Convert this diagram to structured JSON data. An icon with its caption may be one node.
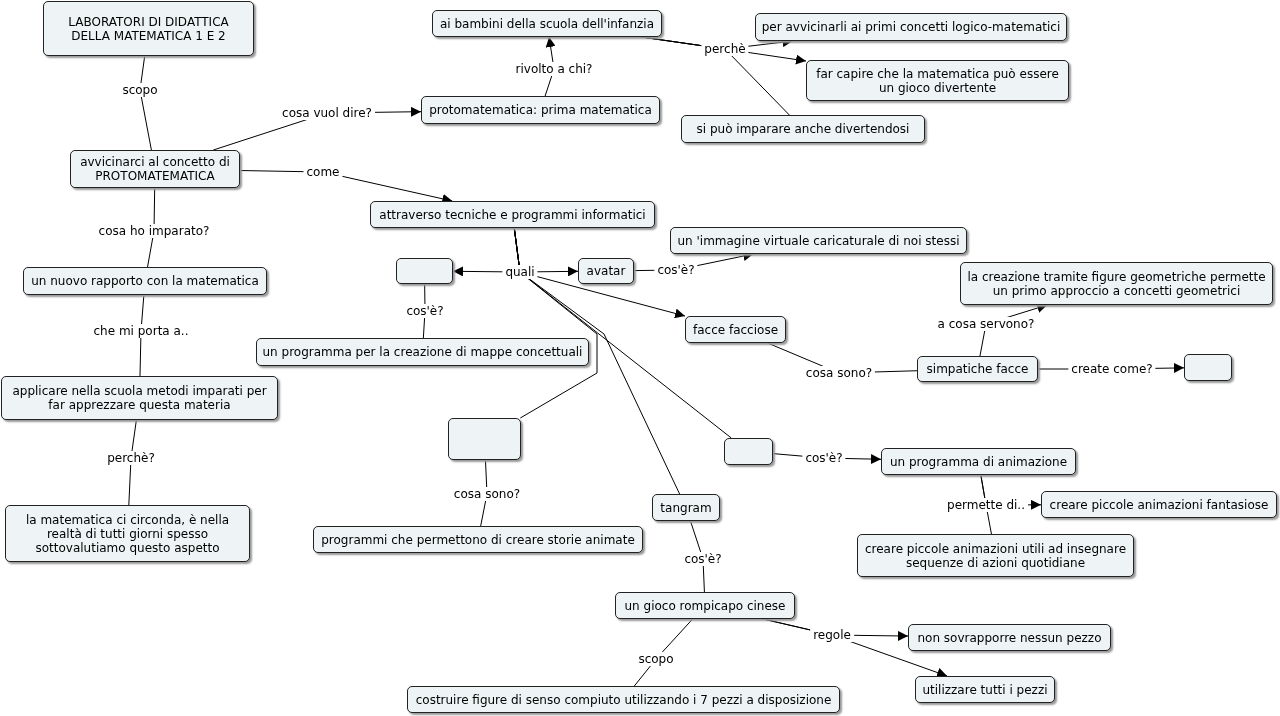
{
  "diagram": {
    "nodes": [
      {
        "text": [
          "LABORATORI DI DIDATTICA DELLA MATEMATICA 1 E 2"
        ]
      },
      {
        "text": [
          "avvicinarci al concetto di PROTOMATEMATICA"
        ]
      },
      {
        "text": [
          "protomatematica: prima matematica"
        ]
      },
      {
        "text": [
          "ai bambini della scuola dell'infanzia"
        ]
      },
      {
        "text": [
          "per avvicinarli ai primi concetti logico-matematici"
        ]
      },
      {
        "text": [
          "far capire che la matematica può essere un gioco divertente"
        ]
      },
      {
        "text": [
          "si può imparare anche divertendosi"
        ]
      },
      {
        "text": [
          "attraverso tecniche e programmi informatici"
        ]
      },
      {
        "text": [
          "un nuovo rapporto con la matematica"
        ]
      },
      {
        "text": [
          "applicare nella scuola metodi imparati per far apprezzare questa materia"
        ]
      },
      {
        "text": [],
        "shape": "box"
      },
      {
        "text": [
          "avatar"
        ]
      },
      {
        "text": [
          "un 'immagine virtuale caricaturale di noi stessi"
        ]
      },
      {
        "text": [
          "un programma per la creazione di mappe concettuali"
        ]
      },
      {
        "text": [
          "facce facciose"
        ]
      },
      {
        "text": [
          "la creazione tramite figure geometriche permette un primo approccio a concetti geometrici"
        ]
      },
      {
        "text": [
          "simpatiche facce"
        ]
      },
      {
        "text": [],
        "shape": "box"
      },
      {
        "text": [],
        "shape": "box"
      },
      {
        "text": [],
        "shape": "box"
      },
      {
        "text": [
          "un programma di animazione"
        ]
      },
      {
        "text": [
          "creare piccole animazioni fantasiose"
        ]
      },
      {
        "text": [
          "creare piccole animazioni utili ad insegnare sequenze di azioni quotidiane"
        ]
      },
      {
        "text": [
          "la matematica ci circonda, è nella realtà di tutti giorni spesso sottovalutiamo questo aspetto"
        ]
      },
      {
        "text": [
          "tangram"
        ]
      },
      {
        "text": [
          "programmi che permettono di creare storie animate"
        ]
      },
      {
        "text": [
          "un gioco rompicapo cinese"
        ]
      },
      {
        "text": [
          "non sovrapporre nessun pezzo"
        ]
      },
      {
        "text": [
          "utilizzare tutti i pezzi"
        ]
      },
      {
        "text": [
          "costruire figure di senso compiuto utilizzando i 7 pezzi a disposizione"
        ]
      }
    ],
    "edges": [
      {
        "from": 0,
        "to": 1,
        "arrow": "none",
        "label": "scopo"
      },
      {
        "from": 1,
        "to": 2,
        "arrow": "to",
        "label": "cosa vuol dire?"
      },
      {
        "from": 2,
        "to": 3,
        "arrow": "to",
        "label": "rivolto a chi?"
      },
      {
        "from": 3,
        "to": 4,
        "arrow": "to",
        "label": "perchè"
      },
      {
        "from": 3,
        "to": 5,
        "arrow": "to"
      },
      {
        "from": 3,
        "to": 6,
        "arrow": "none"
      },
      {
        "from": 1,
        "to": 7,
        "arrow": "to",
        "label": "come"
      },
      {
        "from": 1,
        "to": 8,
        "arrow": "none",
        "label": "cosa ho imparato?"
      },
      {
        "from": 8,
        "to": 9,
        "arrow": "none",
        "label": "che mi porta a.."
      },
      {
        "from": 9,
        "to": 23,
        "arrow": "none",
        "label": "perchè?"
      },
      {
        "from": 7,
        "to": 10,
        "arrow": "to",
        "label": "quali"
      },
      {
        "from": 7,
        "to": 11,
        "arrow": "to"
      },
      {
        "from": 7,
        "to": 14,
        "arrow": "to"
      },
      {
        "from": 7,
        "to": 19,
        "arrow": "none"
      },
      {
        "from": 7,
        "to": 24,
        "arrow": "none"
      },
      {
        "from": 7,
        "to": 18,
        "arrow": "none"
      },
      {
        "from": 10,
        "to": 13,
        "arrow": "none",
        "label": "cos'è?"
      },
      {
        "from": 11,
        "to": 12,
        "arrow": "to",
        "label": "cos'è?"
      },
      {
        "from": 14,
        "to": 16,
        "arrow": "none",
        "label": "cosa sono?"
      },
      {
        "from": 16,
        "to": 15,
        "arrow": "to",
        "label": "a cosa servono?"
      },
      {
        "from": 16,
        "to": 17,
        "arrow": "to",
        "label": "create come?"
      },
      {
        "from": 18,
        "to": 25,
        "arrow": "none",
        "label": "cosa sono?"
      },
      {
        "from": 19,
        "to": 20,
        "arrow": "to",
        "label": "cos'è?"
      },
      {
        "from": 20,
        "to": 21,
        "arrow": "to",
        "label": "permette di.."
      },
      {
        "from": 20,
        "to": 22,
        "arrow": "none"
      },
      {
        "from": 24,
        "to": 26,
        "arrow": "none",
        "label": "cos'è?"
      },
      {
        "from": 26,
        "to": 27,
        "arrow": "to",
        "label": "regole"
      },
      {
        "from": 26,
        "to": 28,
        "arrow": "to"
      },
      {
        "from": 26,
        "to": 29,
        "arrow": "none",
        "label": "scopo"
      }
    ]
  }
}
